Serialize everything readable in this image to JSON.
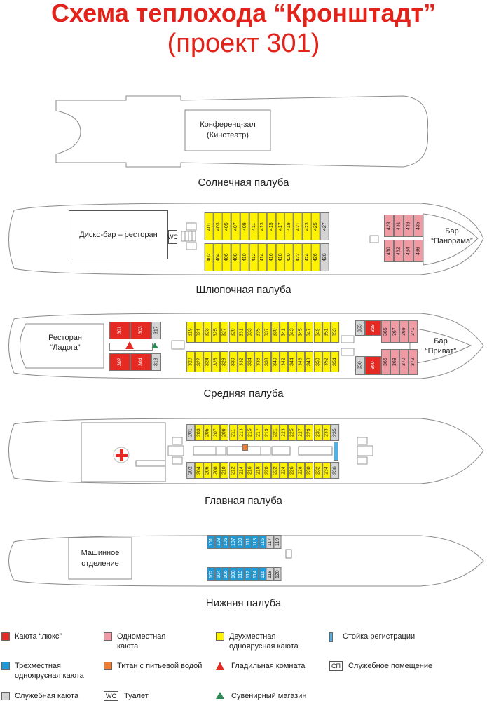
{
  "title": {
    "line1": "Схема теплохода “Кронштадт”",
    "line2": "(проект 301)"
  },
  "decks": {
    "sun": {
      "name": "Солнечная палуба",
      "room": "Конференц-зал\n(Кинотеатр)"
    },
    "boat": {
      "name": "Шлюпочная палуба",
      "disco": "Диско-бар – ресторан",
      "wc": "WC",
      "bar": "Бар\n“Панорама”",
      "top": [
        "401",
        "403",
        "405",
        "407",
        "409",
        "411",
        "413",
        "415",
        "417",
        "419",
        "421",
        "423",
        "425",
        "427"
      ],
      "bottom": [
        "402",
        "404",
        "406",
        "408",
        "410",
        "412",
        "414",
        "416",
        "418",
        "420",
        "422",
        "424",
        "426",
        "428"
      ],
      "aft_top": [
        "429",
        "431",
        "433",
        "435"
      ],
      "aft_bottom": [
        "430",
        "432",
        "434",
        "436"
      ]
    },
    "middle": {
      "name": "Средняя палуба",
      "restaurant": "Ресторан\n“Ладога”",
      "bar": "Бар\n“Приват”",
      "lux_top": [
        "301",
        "303"
      ],
      "lux_bottom": [
        "302",
        "304"
      ],
      "svc_top": "317",
      "svc_bottom": "318",
      "top": [
        "319",
        "321",
        "323",
        "325",
        "327",
        "329",
        "331",
        "333",
        "335",
        "337",
        "339",
        "341",
        "343",
        "345",
        "347",
        "349",
        "351",
        "353"
      ],
      "bottom": [
        "320",
        "322",
        "324",
        "326",
        "328",
        "330",
        "332",
        "334",
        "336",
        "338",
        "340",
        "342",
        "344",
        "346",
        "348",
        "350",
        "352",
        "354"
      ],
      "fore_svc_top": "355",
      "fore_lux_top": "359",
      "fore_single_top": [
        "365",
        "367",
        "369",
        "371"
      ],
      "fore_svc_bottom": "356",
      "fore_lux_bottom": "360",
      "fore_single_bottom": [
        "366",
        "368",
        "370",
        "372"
      ]
    },
    "main": {
      "name": "Главная палуба",
      "top": [
        "201",
        "203",
        "205",
        "207",
        "209",
        "211",
        "213",
        "215",
        "217",
        "219",
        "221",
        "223",
        "225",
        "227",
        "229",
        "231",
        "233",
        "235"
      ],
      "bottom": [
        "202",
        "204",
        "206",
        "208",
        "210",
        "212",
        "214",
        "216",
        "218",
        "220",
        "222",
        "224",
        "226",
        "228",
        "230",
        "232",
        "234",
        "236"
      ]
    },
    "lower": {
      "name": "Нижняя палуба",
      "engine": "Машинное\nотделение",
      "top": [
        "101",
        "103",
        "105",
        "107",
        "109",
        "111",
        "113",
        "115",
        "117",
        "119"
      ],
      "bottom": [
        "102",
        "104",
        "106",
        "108",
        "110",
        "112",
        "114",
        "116",
        "118",
        "120"
      ]
    }
  },
  "legend": {
    "lux": "Каюта “люкс”",
    "single": "Одноместная\nкаюта",
    "double": "Двухместная\nодноярусная каюта",
    "reception": "Стойка регистрации",
    "triple": "Трехместная\nодноярусная каюта",
    "titan": "Титан с питьевой водой",
    "ironing": "Гладильная комната",
    "sp_box": "СП",
    "sp": "Служебное помещение",
    "service": "Служебная каюта",
    "wc_box": "WC",
    "wc": "Туалет",
    "shop": "Сувенирный магазин"
  },
  "colors": {
    "lux": "#e42a23",
    "single": "#f09aa4",
    "double": "#fff200",
    "triple": "#1d9ad8",
    "service": "#d4d4d4",
    "title": "#e2231a"
  }
}
